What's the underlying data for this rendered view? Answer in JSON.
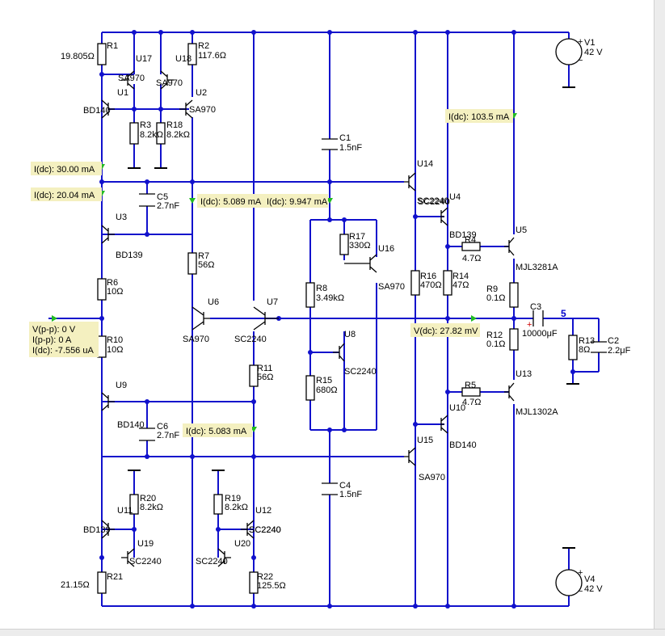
{
  "components": [
    {
      "id": "R1",
      "labels": [
        "R1",
        "19.805Ω"
      ]
    },
    {
      "id": "R2",
      "labels": [
        "R2",
        "117.6Ω"
      ]
    },
    {
      "id": "R3",
      "labels": [
        "R3",
        "8.2kΩ"
      ]
    },
    {
      "id": "R18",
      "labels": [
        "R18",
        "8.2kΩ"
      ]
    },
    {
      "id": "U17",
      "labels": [
        "U17"
      ]
    },
    {
      "id": "U18",
      "labels": [
        "U18"
      ]
    },
    {
      "id": "U1",
      "labels": [
        "U1",
        "BD140"
      ]
    },
    {
      "id": "U2",
      "labels": [
        "U2"
      ]
    },
    {
      "id": "C5",
      "labels": [
        "C5",
        "2.7nF"
      ]
    },
    {
      "id": "U3",
      "labels": [
        "U3",
        "BD139"
      ]
    },
    {
      "id": "R6",
      "labels": [
        "R6",
        "10Ω"
      ]
    },
    {
      "id": "R7",
      "labels": [
        "R7",
        "56Ω"
      ]
    },
    {
      "id": "U6",
      "labels": [
        "U6",
        "SA970"
      ]
    },
    {
      "id": "U7",
      "labels": [
        "U7",
        "SC2240"
      ]
    },
    {
      "id": "R10",
      "labels": [
        "R10",
        "10Ω"
      ]
    },
    {
      "id": "R11",
      "labels": [
        "R11",
        "56Ω"
      ]
    },
    {
      "id": "U9",
      "labels": [
        "U9",
        "BD140"
      ]
    },
    {
      "id": "C6",
      "labels": [
        "C6",
        "2.7nF"
      ]
    },
    {
      "id": "R20",
      "labels": [
        "R20",
        "8.2kΩ"
      ]
    },
    {
      "id": "R19",
      "labels": [
        "R19",
        "8.2kΩ"
      ]
    },
    {
      "id": "U11",
      "labels": [
        "U11",
        "BD139"
      ]
    },
    {
      "id": "U12",
      "labels": [
        "U12",
        "SC2240"
      ]
    },
    {
      "id": "U19",
      "labels": [
        "U19",
        "SC2240"
      ]
    },
    {
      "id": "U20",
      "labels": [
        "U20",
        "SC2240"
      ]
    },
    {
      "id": "R21",
      "labels": [
        "R21",
        "21.15Ω"
      ]
    },
    {
      "id": "R22",
      "labels": [
        "R22",
        "125.5Ω"
      ]
    },
    {
      "id": "C1",
      "labels": [
        "C1",
        "1.5nF"
      ]
    },
    {
      "id": "R17",
      "labels": [
        "R17",
        "330Ω"
      ]
    },
    {
      "id": "U16",
      "labels": [
        "U16",
        "SA970"
      ]
    },
    {
      "id": "R8",
      "labels": [
        "R8",
        "3.49kΩ"
      ]
    },
    {
      "id": "U8",
      "labels": [
        "U8",
        "SC2240"
      ]
    },
    {
      "id": "R15",
      "labels": [
        "R15",
        "680Ω"
      ]
    },
    {
      "id": "C4",
      "labels": [
        "C4",
        "1.5nF"
      ]
    },
    {
      "id": "U14",
      "labels": [
        "U14",
        "SC2240"
      ]
    },
    {
      "id": "U4",
      "labels": [
        "U4",
        "BD139"
      ]
    },
    {
      "id": "R4",
      "labels": [
        "R4",
        "4.7Ω"
      ]
    },
    {
      "id": "U5",
      "labels": [
        "U5",
        "MJL3281A"
      ]
    },
    {
      "id": "R16",
      "labels": [
        "R16",
        "470Ω"
      ]
    },
    {
      "id": "R14",
      "labels": [
        "R14",
        "47Ω"
      ]
    },
    {
      "id": "R9",
      "labels": [
        "R9",
        "0.1Ω"
      ]
    },
    {
      "id": "C3",
      "labels": [
        "C3",
        "10000μF"
      ]
    },
    {
      "id": "R12",
      "labels": [
        "R12",
        "0.1Ω"
      ]
    },
    {
      "id": "R13",
      "labels": [
        "R13",
        "8Ω"
      ]
    },
    {
      "id": "C2",
      "labels": [
        "C2",
        "2.2μF"
      ]
    },
    {
      "id": "R5",
      "labels": [
        "R5",
        "4.7Ω"
      ]
    },
    {
      "id": "U13",
      "labels": [
        "U13",
        "MJL1302A"
      ]
    },
    {
      "id": "U10",
      "labels": [
        "U10",
        "BD140"
      ]
    },
    {
      "id": "U15",
      "labels": [
        "U15",
        "SA970"
      ]
    },
    {
      "id": "V1",
      "labels": [
        "V1",
        "42 V"
      ]
    },
    {
      "id": "V4",
      "labels": [
        "V4",
        "42 V"
      ]
    },
    {
      "id": "sa970_u17",
      "labels": [
        "SA970"
      ]
    },
    {
      "id": "sa970_u18",
      "labels": [
        "SA970"
      ]
    },
    {
      "id": "sa970_u2",
      "labels": [
        "SA970"
      ]
    },
    {
      "id": "sc2240_u4",
      "labels": [
        "SC2240"
      ]
    },
    {
      "id": "sc2240_u19b",
      "labels": [
        "SC2240"
      ]
    }
  ],
  "probes": [
    {
      "id": "i_u1",
      "text": "I(dc): 30.00 mA"
    },
    {
      "id": "i_u3",
      "text": "I(dc): 20.04 mA"
    },
    {
      "id": "i_r7",
      "text": "I(dc): 5.089 mA"
    },
    {
      "id": "i_c1",
      "text": "I(dc): 9.947 mA"
    },
    {
      "id": "i_u5",
      "text": "I(dc): 103.5 mA"
    },
    {
      "id": "v_out",
      "text": "V(dc): 27.82 mV"
    },
    {
      "id": "i_r11",
      "text": "I(dc): 5.083 mA"
    },
    {
      "id": "in_vpp",
      "text": "V(p-p): 0 V"
    },
    {
      "id": "in_ipp",
      "text": "I(p-p): 0 A"
    },
    {
      "id": "in_idc",
      "text": "I(dc): -7.556 uA"
    }
  ],
  "net_labels": [
    {
      "id": "net5",
      "text": "5"
    }
  ],
  "polarity": {
    "plus": "+",
    "minus": "−"
  },
  "colors": {
    "wire": "#1111cc",
    "probe_bg": "#f4f0c0",
    "arrow": "#22bb22",
    "background": "#ffffff"
  }
}
